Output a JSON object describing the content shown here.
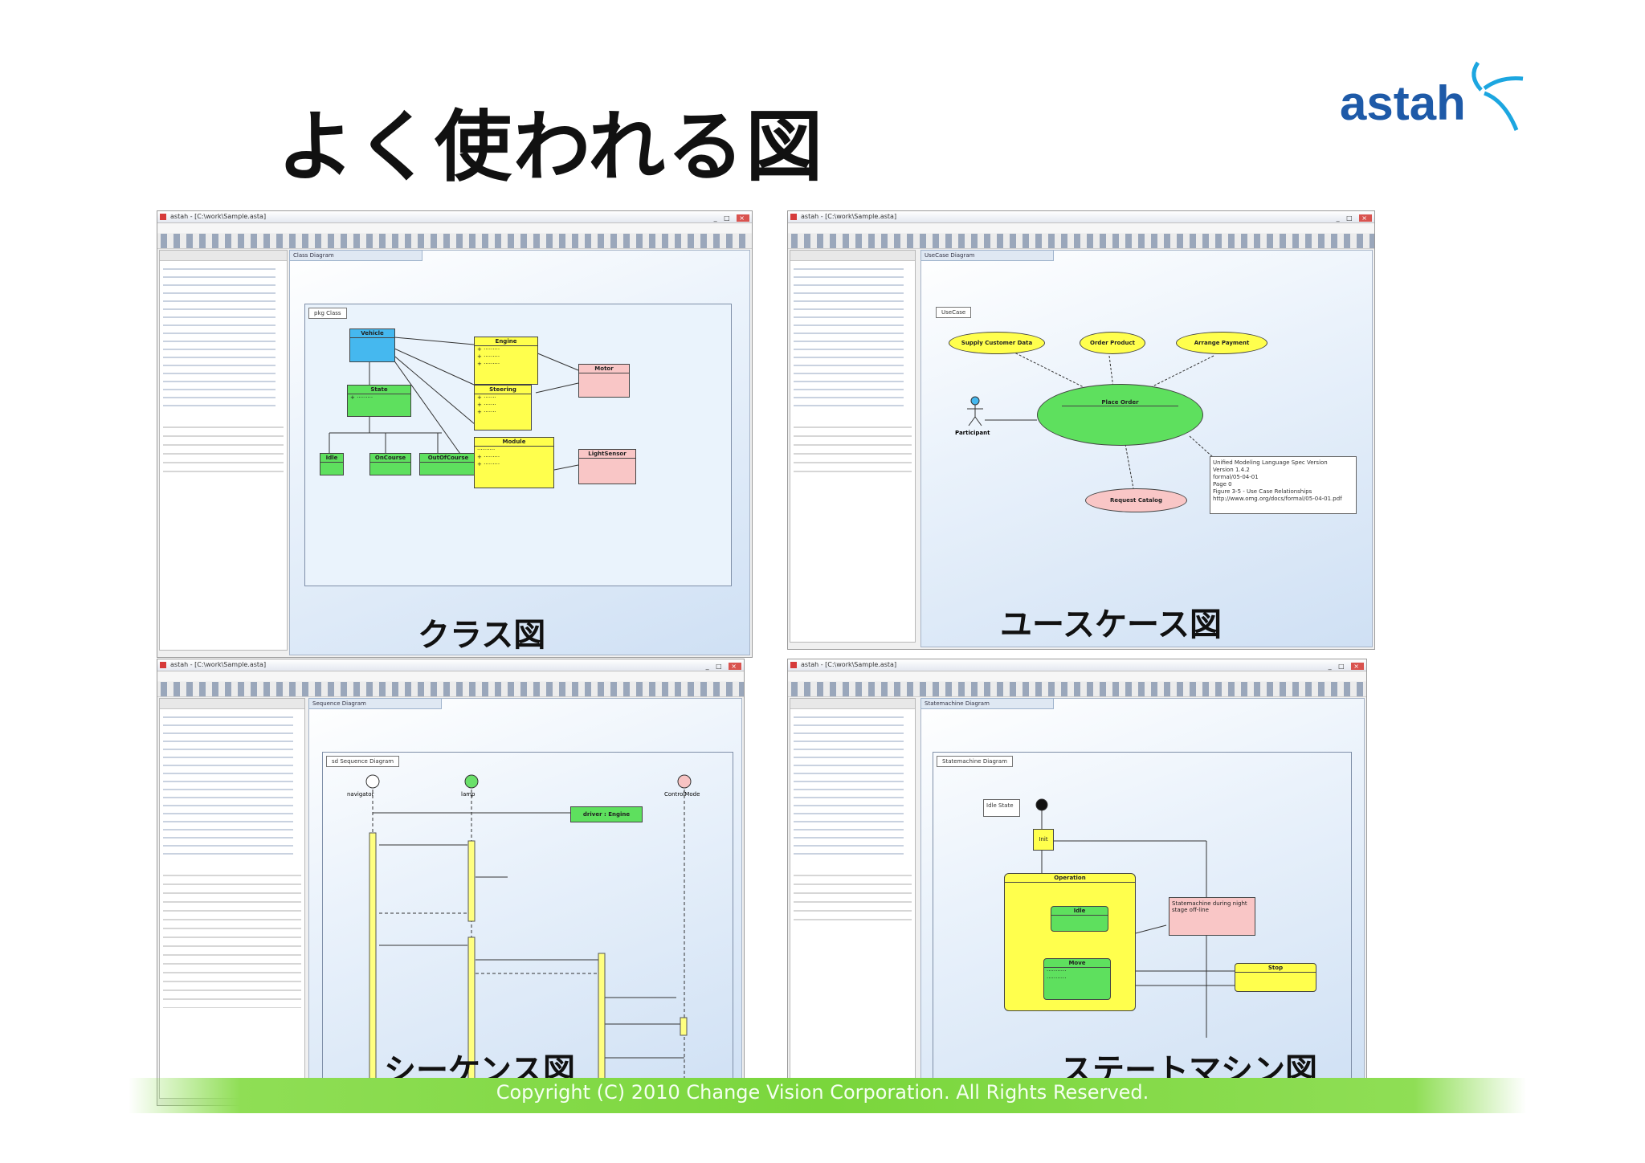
{
  "slide": {
    "title": "よく使われる図",
    "logo_text": "astah",
    "footer": "Copyright (C) 2010 Change Vision Corporation. All Rights Reserved.",
    "colors": {
      "logo_blue": "#1e5aa8",
      "footer_green": "#7ad63c"
    }
  },
  "panels": {
    "class": {
      "label": "クラス図",
      "window_title": "astah - [C:\\work\\Sample.asta]",
      "diagram_tab": "Class Diagram",
      "frame_name": "pkg Class",
      "classes": {
        "vehicle": {
          "name": "Vehicle"
        },
        "engine": {
          "name": "Engine"
        },
        "steering": {
          "name": "Steering"
        },
        "motor": {
          "name": "Motor"
        },
        "state": {
          "name": "State"
        },
        "idle": {
          "name": "Idle"
        },
        "onCourse": {
          "name": "OnCourse"
        },
        "outOfCourse": {
          "name": "OutOfCourse"
        },
        "module": {
          "name": "Module"
        },
        "lightSensor": {
          "name": "LightSensor"
        }
      }
    },
    "usecase": {
      "label": "ユースケース図",
      "window_title": "astah - [C:\\work\\Sample.asta]",
      "diagram_tab": "UseCase Diagram",
      "frame_name": "UseCase",
      "actor": "Participant",
      "usecases": {
        "top_left": "Supply Customer Data",
        "top_middle": "Order Product",
        "top_right": "Arrange Payment",
        "center": "Place Order",
        "bottom": "Request Catalog"
      },
      "note_lines": [
        "Unified Modeling Language Spec Version",
        "Version 1.4.2",
        "formal/05-04-01",
        "Page 0",
        "Figure 3-5 - Use Case Relationships",
        "http://www.omg.org/docs/formal/05-04-01.pdf"
      ]
    },
    "sequence": {
      "label": "シーケンス図",
      "window_title": "astah - [C:\\work\\Sample.asta]",
      "diagram_tab": "Sequence Diagram",
      "frame_name": "sd Sequence Diagram",
      "lifelines": [
        "navigator",
        "lamp",
        "ControlMode"
      ],
      "created_object": "driver : Engine"
    },
    "statemachine": {
      "label": "ステートマシン図",
      "window_title": "astah - [C:\\work\\Sample.asta]",
      "diagram_tab": "Statemachine Diagram",
      "frame_name": "Statemachine Diagram",
      "note": "Idle State",
      "composite_state": "Operation",
      "states": {
        "idle": "Idle",
        "init": "Init",
        "move": "Move",
        "stop": "Stop"
      },
      "side_note": "Statemachine during night stage off-line"
    }
  }
}
